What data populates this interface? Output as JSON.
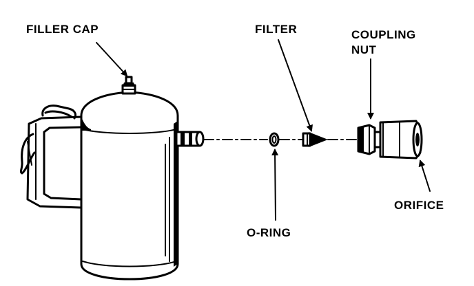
{
  "labels": {
    "filler_cap": "FILLER CAP",
    "filter": "FILTER",
    "coupling_nut_line1": "COUPLING",
    "coupling_nut_line2": "NUT",
    "orifice": "ORIFICE",
    "o_ring": "O-RING"
  },
  "colors": {
    "ink": "#000000",
    "paper": "#ffffff"
  }
}
